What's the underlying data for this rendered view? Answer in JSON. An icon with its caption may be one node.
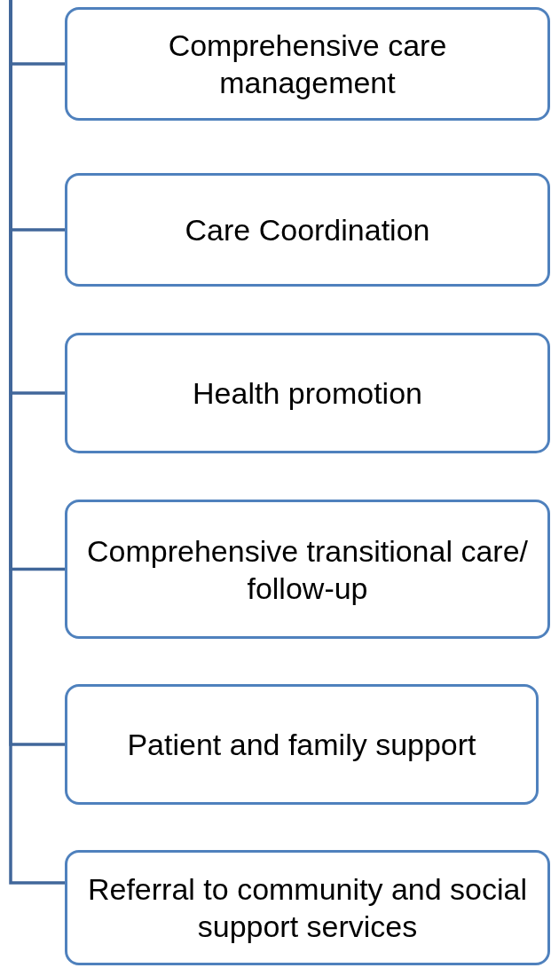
{
  "diagram": {
    "nodes": [
      {
        "text": [
          "Comprehensive care management"
        ]
      },
      {
        "text": [
          "Care Coordination"
        ]
      },
      {
        "text": [
          "Health promotion"
        ]
      },
      {
        "text": [
          "Comprehensive transitional care/ follow-up"
        ]
      },
      {
        "text": [
          "Patient and family support"
        ]
      },
      {
        "text": [
          "Referral to community and social support services"
        ]
      }
    ],
    "edges": [
      {
        "from": null,
        "to": 0,
        "arrow": "none"
      },
      {
        "from": null,
        "to": 1,
        "arrow": "none"
      },
      {
        "from": null,
        "to": 2,
        "arrow": "none"
      },
      {
        "from": null,
        "to": 3,
        "arrow": "none"
      },
      {
        "from": null,
        "to": 4,
        "arrow": "none"
      },
      {
        "from": null,
        "to": 5,
        "arrow": "none"
      }
    ]
  }
}
